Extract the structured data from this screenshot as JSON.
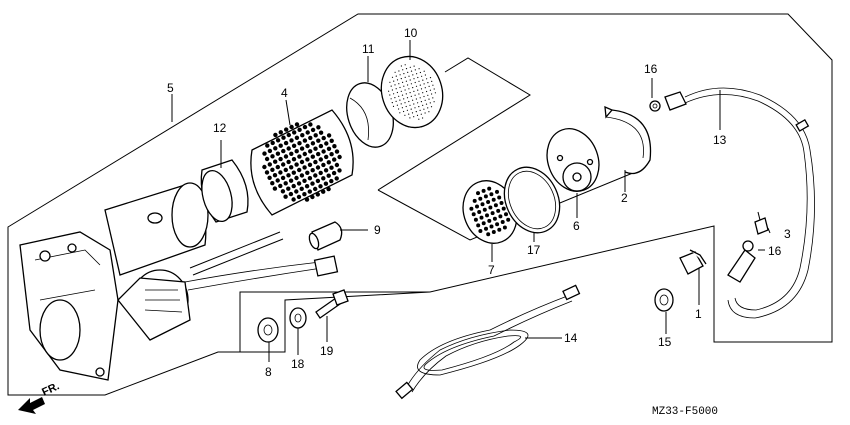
{
  "callouts": {
    "c1": "1",
    "c2": "2",
    "c3": "3",
    "c4": "4",
    "c5": "5",
    "c6": "6",
    "c7": "7",
    "c8": "8",
    "c9": "9",
    "c10": "10",
    "c11": "11",
    "c12": "12",
    "c13": "13",
    "c14": "14",
    "c15": "15",
    "c16a": "16",
    "c16b": "16",
    "c17": "17",
    "c18": "18",
    "c19": "19"
  },
  "diagram_code": "MZ33-F5000",
  "direction_label": "FR.",
  "colors": {
    "ink": "#000000",
    "paper": "#ffffff"
  }
}
